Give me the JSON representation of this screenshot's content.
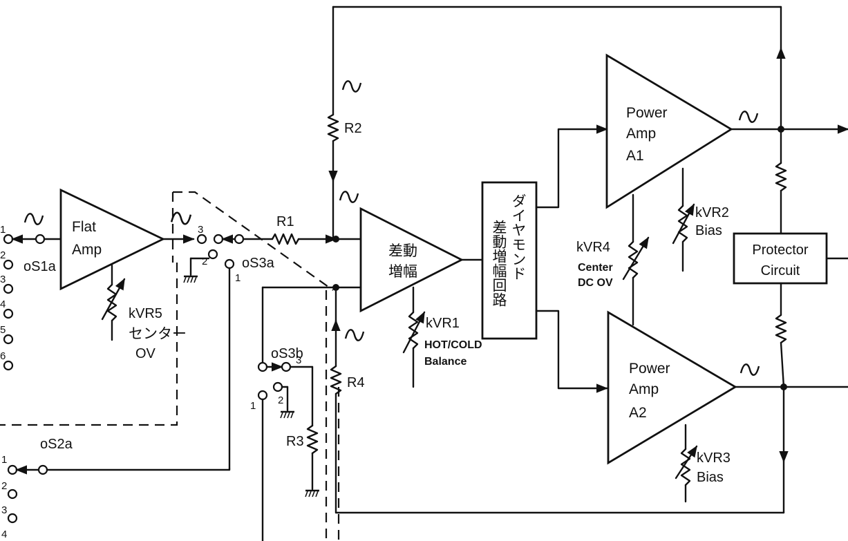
{
  "blocks": {
    "flat_amp": [
      "Flat",
      "Amp"
    ],
    "diff_amp": [
      "差動",
      "増幅"
    ],
    "diamond": [
      "ダイヤモンド",
      "差動増幅回路"
    ],
    "power_amp_1": [
      "Power",
      "Amp",
      "A1"
    ],
    "power_amp_2": [
      "Power",
      "Amp",
      "A2"
    ],
    "protector": [
      "Protector",
      "Circuit"
    ]
  },
  "components": {
    "r1": "R1",
    "r2": "R2",
    "r3": "R3",
    "r4": "R4",
    "kvr1": [
      "kVR1",
      "HOT/COLD",
      "Balance"
    ],
    "kvr2": [
      "kVR2",
      "Bias"
    ],
    "kvr3": [
      "kVR3",
      "Bias"
    ],
    "kvr4": [
      "kVR4",
      "Center",
      "DC OV"
    ],
    "kvr5": [
      "kVR5",
      "センター",
      "OV"
    ]
  },
  "switches": {
    "s1a": "oS1a",
    "s2a": "oS2a",
    "s3a": "oS3a",
    "s3b": "oS3b",
    "s1_positions": [
      "1",
      "2",
      "3",
      "4",
      "5",
      "6"
    ],
    "s2_positions": [
      "1",
      "2",
      "3",
      "4"
    ],
    "s3a_positions": [
      "3",
      "2",
      "1"
    ],
    "s3b_positions": [
      "3",
      "2",
      "1"
    ]
  }
}
